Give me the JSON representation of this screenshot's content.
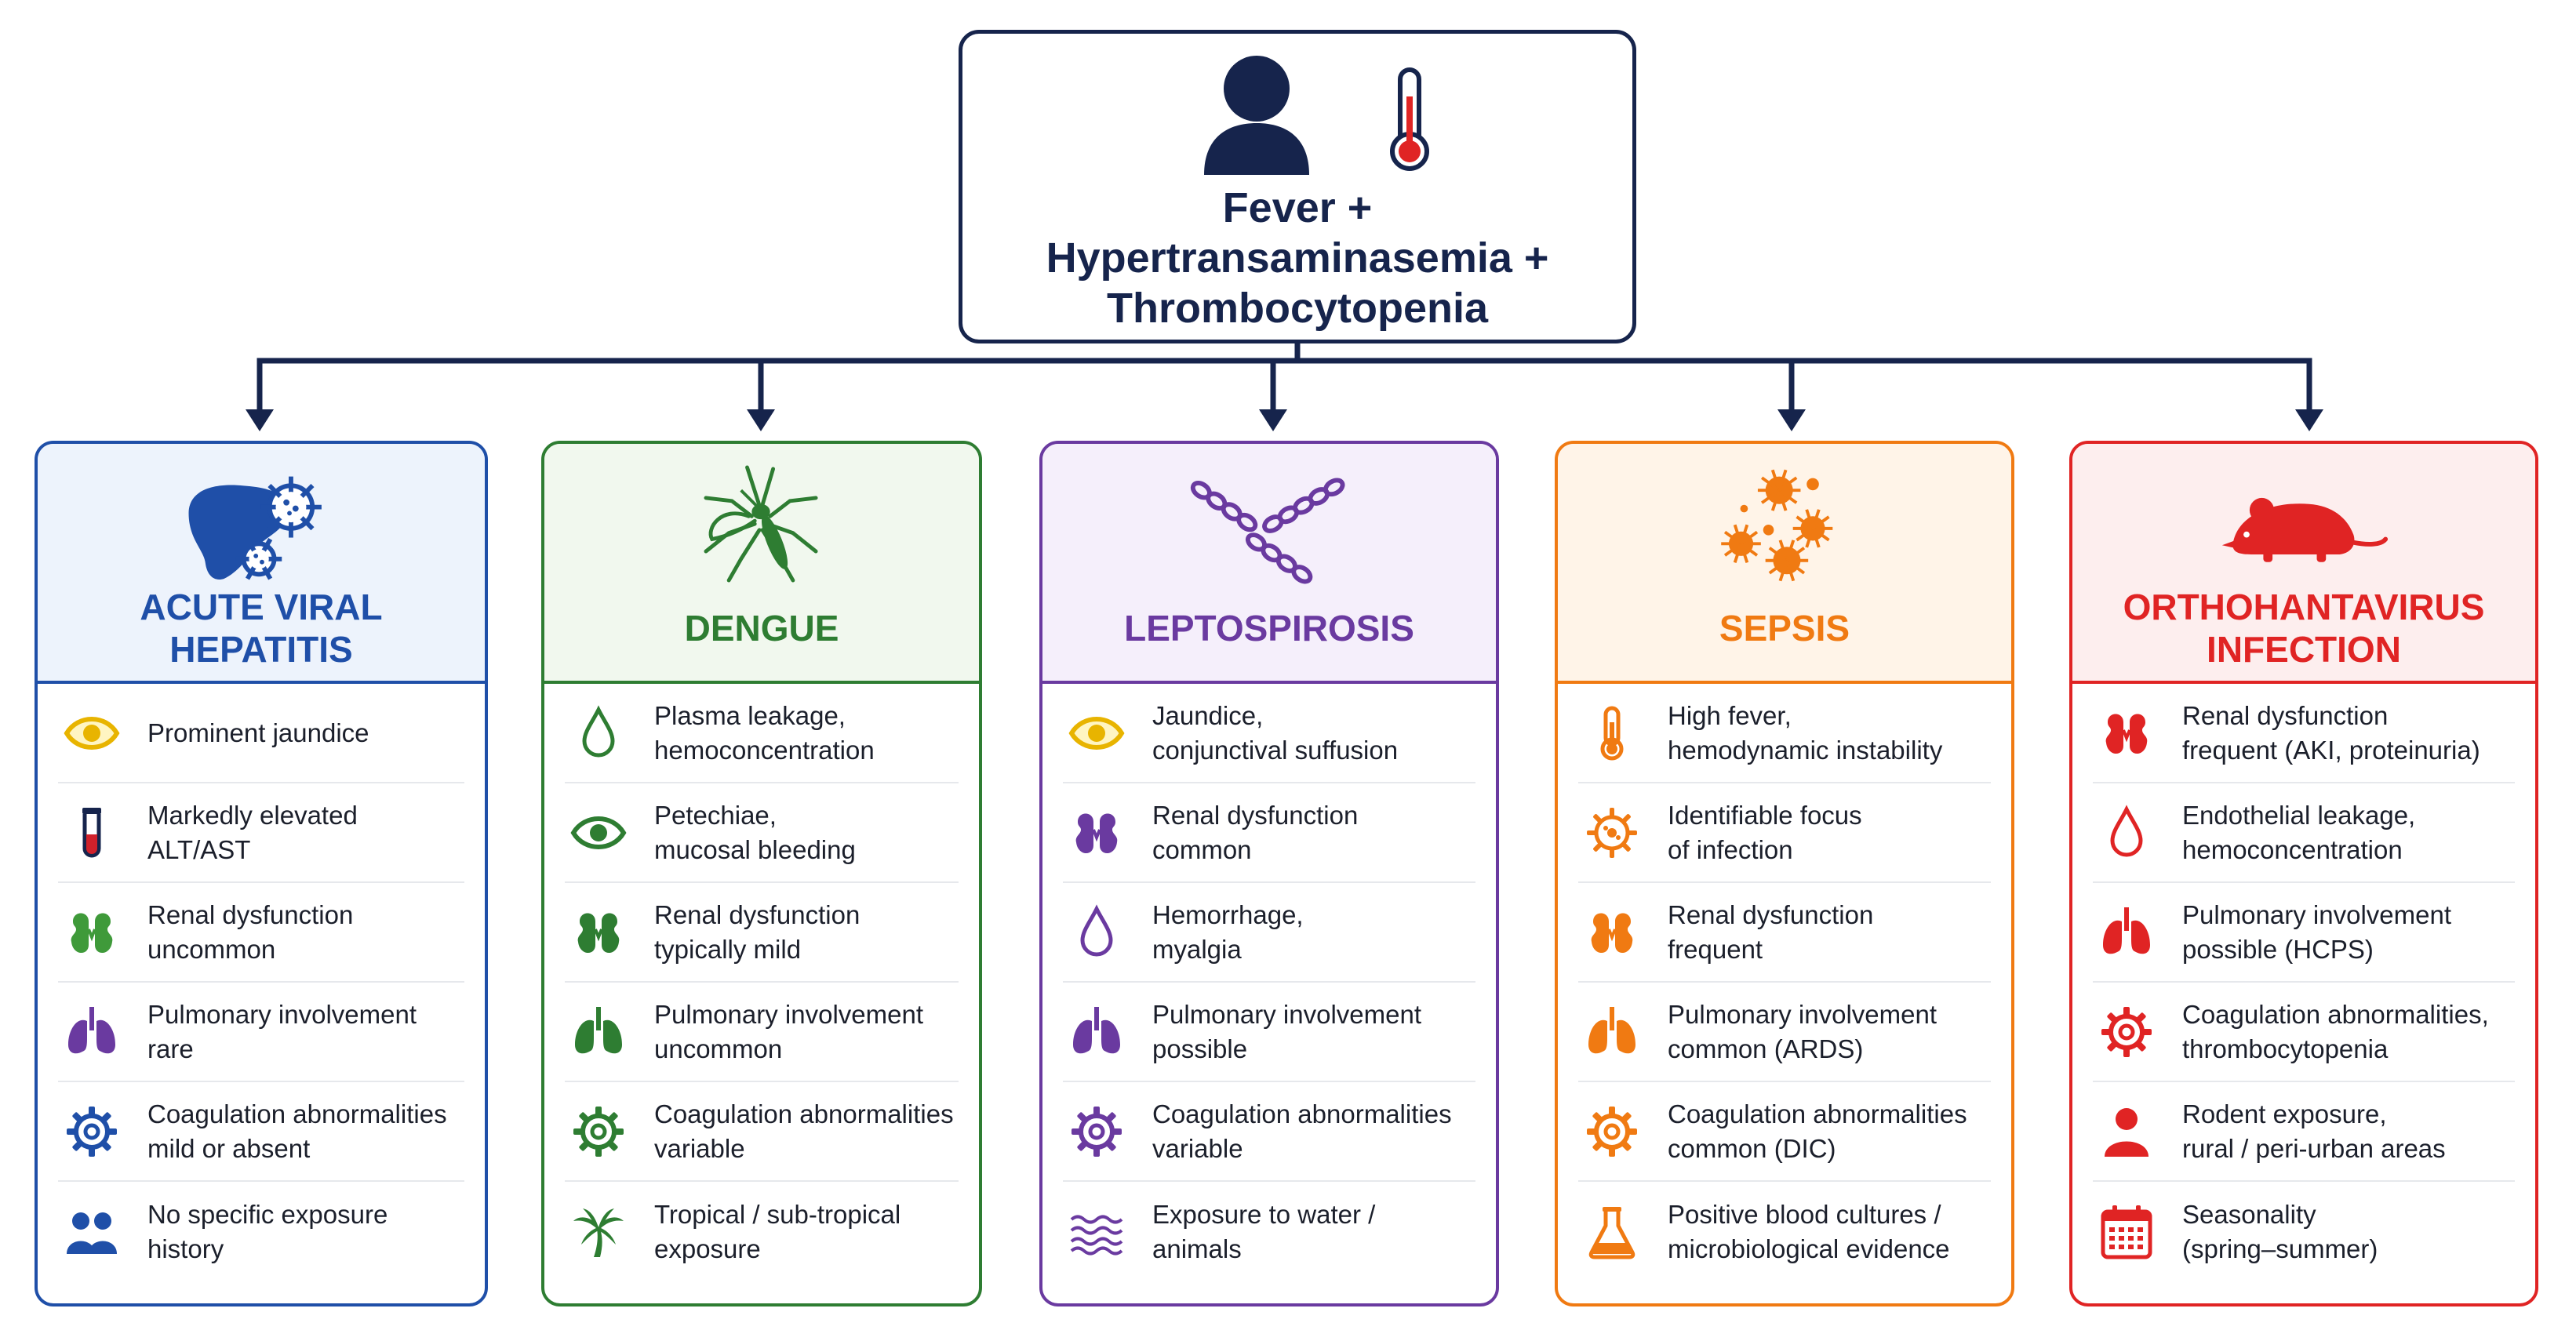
{
  "top": {
    "title_lines": [
      "Fever +",
      "Hypertransaminasemia +",
      "Thrombocytopenia"
    ],
    "icons": [
      "person-icon",
      "thermometer-icon"
    ]
  },
  "colors": {
    "navy": "#16244c",
    "hepatitis": "#1f4fa8",
    "dengue": "#2e7d32",
    "lepto": "#6a3aa0",
    "sepsis": "#f07a12",
    "hantavirus": "#e02424"
  },
  "columns": [
    {
      "id": "hepatitis",
      "title_lines": [
        "ACUTE VIRAL",
        "HEPATITIS"
      ],
      "header_icon": "liver-virus-icon",
      "rows": [
        {
          "icon": "eye-icon",
          "lines": [
            "Prominent jaundice"
          ]
        },
        {
          "icon": "blood-tube-icon",
          "lines": [
            "Markedly elevated",
            "ALT/AST"
          ]
        },
        {
          "icon": "kidney-icon",
          "lines": [
            "Renal dysfunction",
            "uncommon"
          ]
        },
        {
          "icon": "lungs-icon",
          "lines": [
            "Pulmonary involvement",
            "rare"
          ]
        },
        {
          "icon": "gear-icon",
          "lines": [
            "Coagulation abnormalities",
            "mild or absent"
          ]
        },
        {
          "icon": "people-icon",
          "lines": [
            "No specific exposure",
            "history"
          ]
        }
      ]
    },
    {
      "id": "dengue",
      "title_lines": [
        "DENGUE"
      ],
      "header_icon": "mosquito-icon",
      "rows": [
        {
          "icon": "drop-icon",
          "lines": [
            "Plasma leakage,",
            "hemoconcentration"
          ]
        },
        {
          "icon": "eye-icon",
          "lines": [
            "Petechiae,",
            "mucosal bleeding"
          ]
        },
        {
          "icon": "kidney-icon",
          "lines": [
            "Renal dysfunction",
            "typically mild"
          ]
        },
        {
          "icon": "lungs-icon",
          "lines": [
            "Pulmonary involvement",
            "uncommon"
          ]
        },
        {
          "icon": "gear-icon",
          "lines": [
            "Coagulation abnormalities",
            "variable"
          ]
        },
        {
          "icon": "palm-tree-icon",
          "lines": [
            "Tropical / sub-tropical",
            "exposure"
          ]
        }
      ]
    },
    {
      "id": "lepto",
      "title_lines": [
        "LEPTOSPIROSIS"
      ],
      "header_icon": "spirochete-icon",
      "rows": [
        {
          "icon": "eye-icon",
          "lines": [
            "Jaundice,",
            "conjunctival suffusion"
          ]
        },
        {
          "icon": "kidney-icon",
          "lines": [
            "Renal dysfunction",
            "common"
          ]
        },
        {
          "icon": "drop-icon",
          "lines": [
            "Hemorrhage,",
            "myalgia"
          ]
        },
        {
          "icon": "lungs-icon",
          "lines": [
            "Pulmonary involvement",
            "possible"
          ]
        },
        {
          "icon": "gear-icon",
          "lines": [
            "Coagulation abnormalities",
            "variable"
          ]
        },
        {
          "icon": "water-icon",
          "lines": [
            "Exposure to water /",
            "animals"
          ]
        }
      ]
    },
    {
      "id": "sepsis",
      "title_lines": [
        "SEPSIS"
      ],
      "header_icon": "bacteria-icon",
      "rows": [
        {
          "icon": "thermometer-icon",
          "lines": [
            "High fever,",
            "hemodynamic instability"
          ]
        },
        {
          "icon": "target-icon",
          "lines": [
            "Identifiable focus",
            "of infection"
          ]
        },
        {
          "icon": "kidney-icon",
          "lines": [
            "Renal dysfunction",
            "frequent"
          ]
        },
        {
          "icon": "lungs-icon",
          "lines": [
            "Pulmonary involvement",
            "common (ARDS)"
          ]
        },
        {
          "icon": "gear-icon",
          "lines": [
            "Coagulation abnormalities",
            "common (DIC)"
          ]
        },
        {
          "icon": "flask-icon",
          "lines": [
            "Positive blood cultures /",
            "microbiological evidence"
          ]
        }
      ]
    },
    {
      "id": "hantavirus",
      "title_lines": [
        "ORTHOHANTAVIRUS",
        "INFECTION"
      ],
      "header_icon": "rodent-icon",
      "rows": [
        {
          "icon": "kidney-icon",
          "lines": [
            "Renal dysfunction",
            "frequent (AKI, proteinuria)"
          ]
        },
        {
          "icon": "drop-icon",
          "lines": [
            "Endothelial leakage,",
            "hemoconcentration"
          ]
        },
        {
          "icon": "lungs-icon",
          "lines": [
            "Pulmonary involvement",
            "possible (HCPS)"
          ]
        },
        {
          "icon": "gear-icon",
          "lines": [
            "Coagulation abnormalities,",
            "thrombocytopenia"
          ]
        },
        {
          "icon": "person-icon",
          "lines": [
            "Rodent exposure,",
            "rural / peri-urban areas"
          ]
        },
        {
          "icon": "calendar-icon",
          "lines": [
            "Seasonality",
            "(spring–summer)"
          ]
        }
      ]
    }
  ]
}
